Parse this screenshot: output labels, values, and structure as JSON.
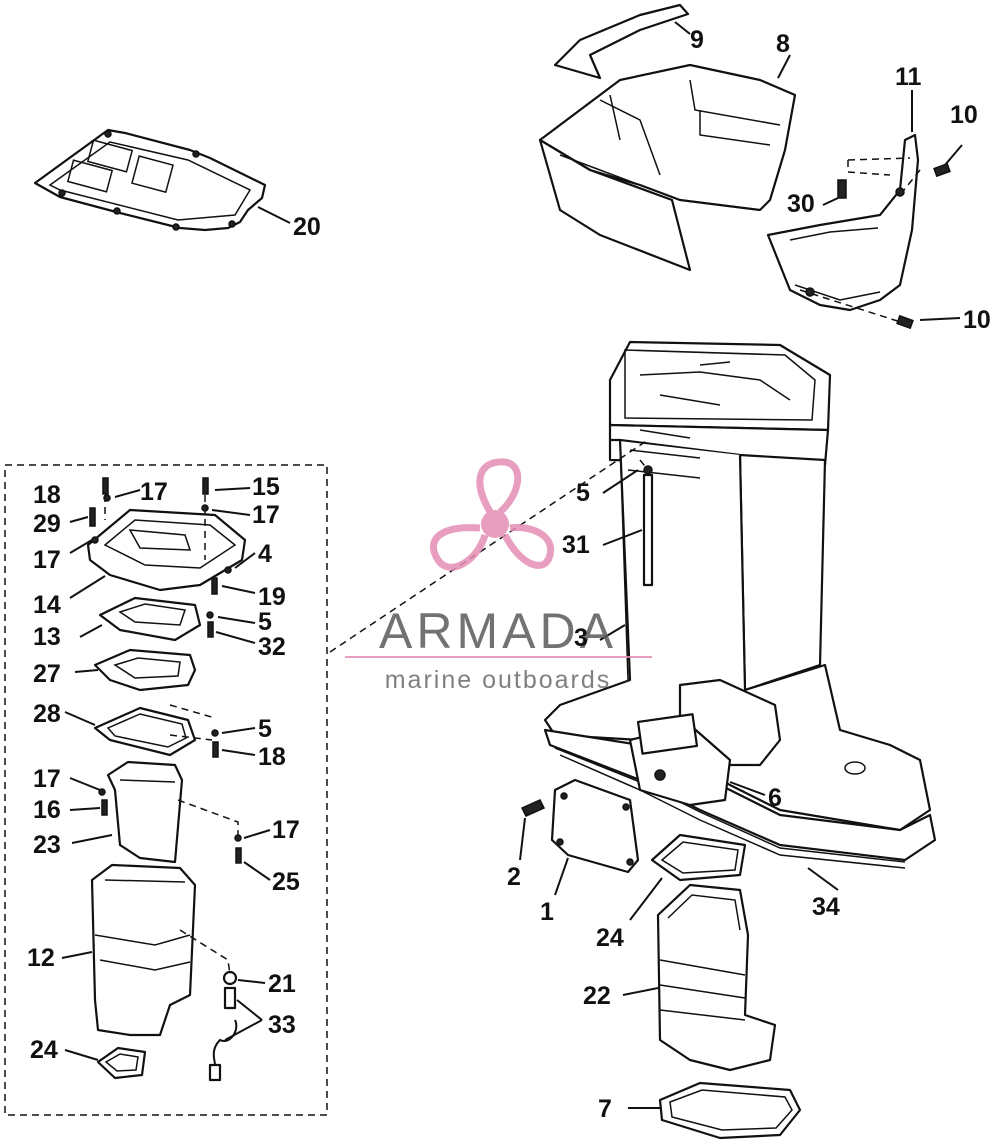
{
  "watermark": {
    "brand": "ARMADA",
    "tagline": "marine outboards",
    "accent_color": "#e58fb4"
  },
  "labels": {
    "l1": "1",
    "l2": "2",
    "l3": "3",
    "l4": "4",
    "l5a": "5",
    "l5b": "5",
    "l5c": "5",
    "l6": "6",
    "l7": "7",
    "l8": "8",
    "l9": "9",
    "l10a": "10",
    "l10b": "10",
    "l11": "11",
    "l12": "12",
    "l13": "13",
    "l14": "14",
    "l15": "15",
    "l16": "16",
    "l17a": "17",
    "l17b": "17",
    "l17c": "17",
    "l17d": "17",
    "l17e": "17",
    "l18a": "18",
    "l18b": "18",
    "l19": "19",
    "l20": "20",
    "l21": "21",
    "l22": "22",
    "l23": "23",
    "l24a": "24",
    "l24b": "24",
    "l25": "25",
    "l27": "27",
    "l28": "28",
    "l29": "29",
    "l30": "30",
    "l31": "31",
    "l32": "32",
    "l33": "33",
    "l34": "34"
  }
}
